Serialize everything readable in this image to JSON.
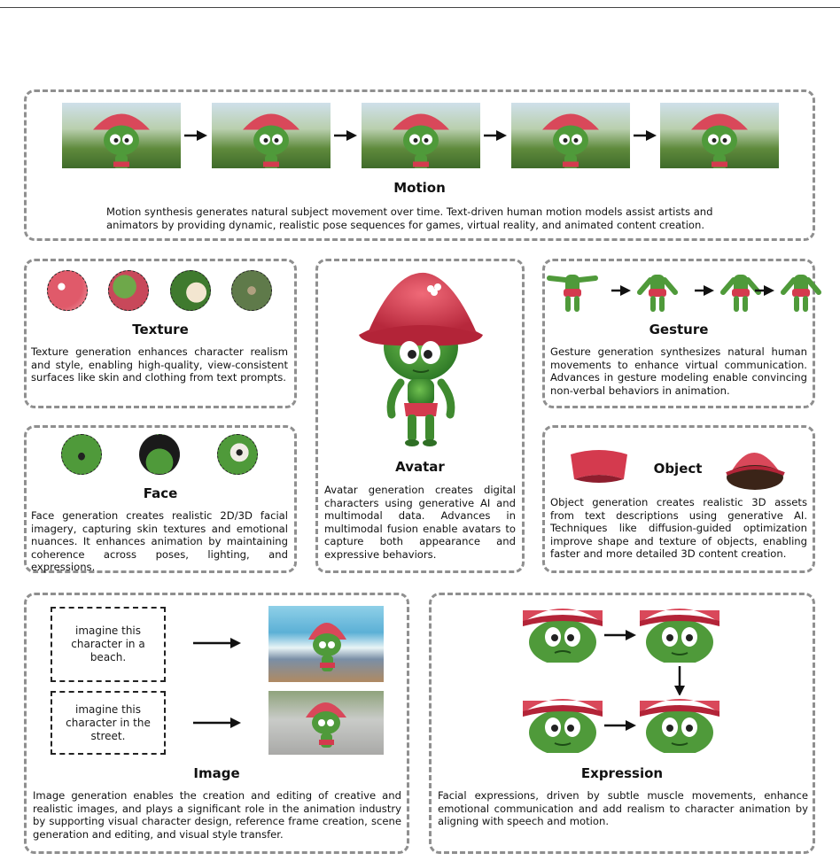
{
  "motion": {
    "title": "Motion",
    "text": "Motion synthesis generates natural subject movement over time. Text-driven human motion models assist artists and animators by providing dynamic, realistic pose sequences for games, virtual reality, and animated content creation."
  },
  "texture": {
    "title": "Texture",
    "text": "Texture generation enhances character realism and style, enabling high-quality, view-consistent surfaces like skin and clothing from text prompts."
  },
  "face": {
    "title": "Face",
    "text": "Face generation creates realistic 2D/3D facial imagery, capturing skin textures and emotional nuances. It enhances animation by maintaining coherence across poses, lighting, and expressions."
  },
  "avatar": {
    "title": "Avatar",
    "text": "Avatar generation creates digital characters using generative AI and multimodal data. Advances in multimodal fusion enable avatars to capture both appearance and expressive behaviors."
  },
  "gesture": {
    "title": "Gesture",
    "text": "Gesture generation synthesizes natural human movements to enhance virtual communication. Advances in gesture modeling enable convincing non-verbal behaviors in animation."
  },
  "object": {
    "title": "Object",
    "text": "Object generation creates realistic 3D assets from text descriptions using generative AI. Techniques like diffusion-guided optimization improve shape and texture of objects, enabling faster and more detailed 3D content creation."
  },
  "image": {
    "title": "Image",
    "prompt1": "imagine this character in a beach.",
    "prompt2": "imagine this character in the street.",
    "text": "Image generation enables the creation and editing of creative and realistic images, and plays a significant role in the animation industry by supporting visual character design, reference frame creation, scene generation and editing, and visual style transfer."
  },
  "expression": {
    "title": "Expression",
    "text": "Facial expressions, driven by subtle muscle movements, enhance emotional communication and add realism to character animation by aligning with speech and motion."
  },
  "colors": {
    "hat": "#d9485a",
    "skin": "#4f9a3a",
    "shorts": "#d43a4e",
    "border": "#8f8f8f"
  }
}
